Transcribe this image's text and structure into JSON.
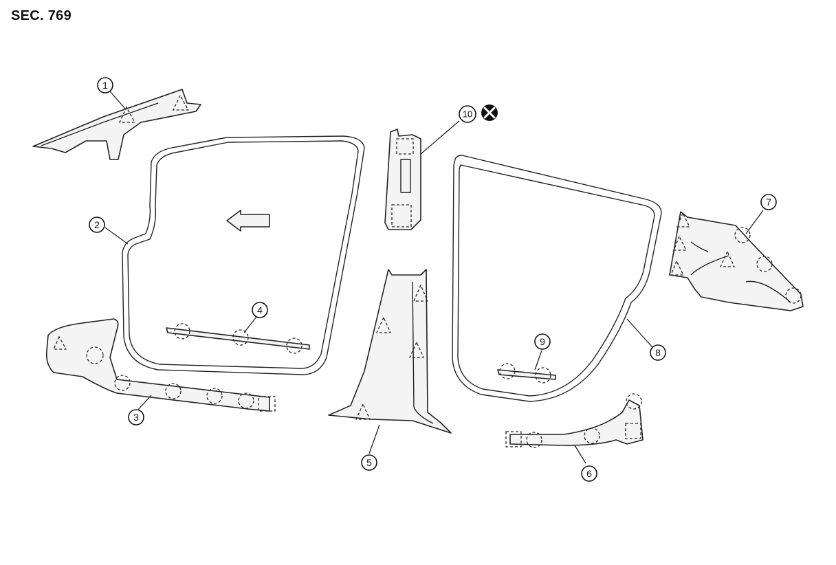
{
  "section": "SEC. 769",
  "callouts": [
    "1",
    "2",
    "3",
    "4",
    "5",
    "6",
    "7",
    "8",
    "9",
    "10"
  ],
  "icons": {
    "not_reusable": "x-circle-icon",
    "front_direction": "arrow-left-icon"
  }
}
